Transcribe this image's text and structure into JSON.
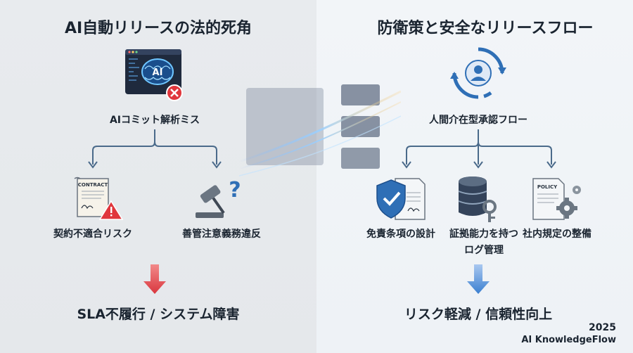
{
  "left": {
    "title": "AI自動リリースの法的死角",
    "root_label": "AIコミット解析ミス",
    "root_icon": "ai-brain-code-error-icon",
    "branches": [
      {
        "label": "契約不適合リスク",
        "icon": "contract-warning-icon",
        "icon_text": "CONTRACT"
      },
      {
        "label": "善管注意義務違反",
        "icon": "gavel-question-icon"
      }
    ],
    "result": "SLA不履行 / システム障害",
    "arrow_color": "#e0363c"
  },
  "right": {
    "title": "防衛策と安全なリリースフロー",
    "root_label": "人間介在型承認フロー",
    "root_icon": "human-cycle-icon",
    "branches": [
      {
        "label": "免責条項の設計",
        "icon": "shield-check-document-icon"
      },
      {
        "label": "証拠能力を持つ",
        "label_line2": "ログ管理",
        "icon": "database-key-icon"
      },
      {
        "label": "社内規定の整備",
        "icon": "policy-gear-icon",
        "icon_text": "POLICY"
      }
    ],
    "result": "リスク軽減 / 信頼性向上",
    "arrow_color": "#3a7fd0"
  },
  "brain_text": "AI",
  "footer": {
    "year": "2025",
    "brand": "AI KnowledgeFlow"
  },
  "colors": {
    "connector": "#4a6a8a",
    "accent_blue": "#2f6fb6",
    "accent_red": "#d9363e"
  }
}
